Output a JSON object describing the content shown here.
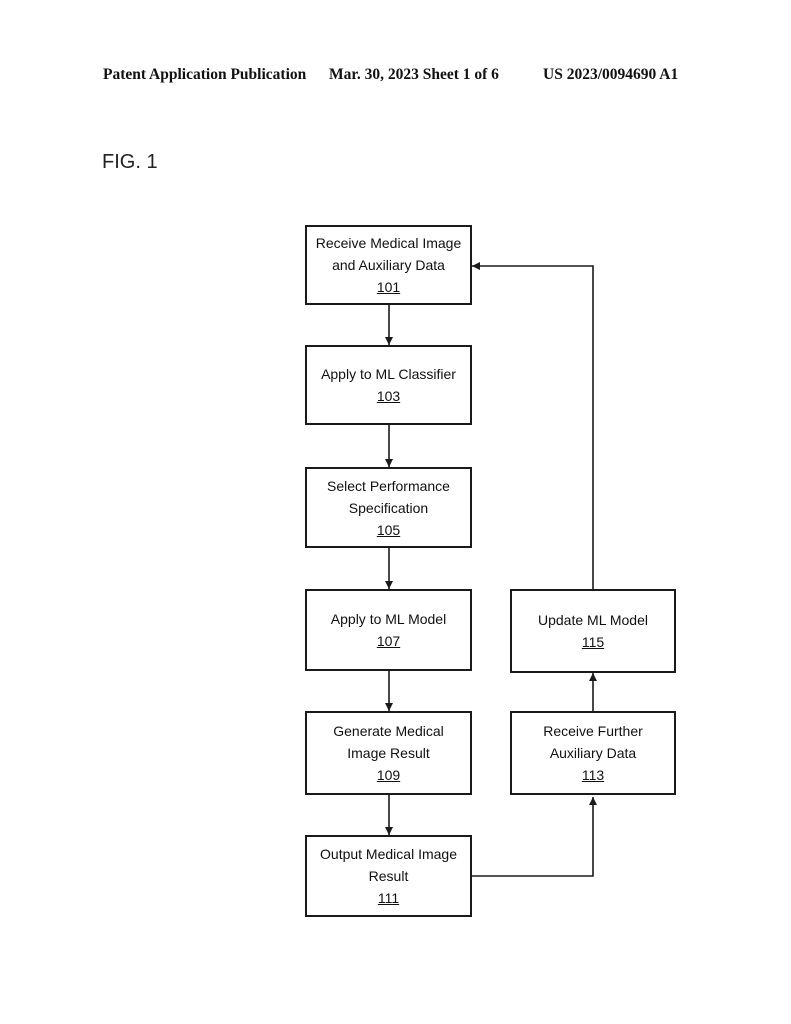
{
  "header": {
    "publication": "Patent Application Publication",
    "date_sheet": "Mar. 30, 2023  Sheet 1 of 6",
    "number": "US 2023/0094690 A1"
  },
  "figure": {
    "label": "FIG. 1"
  },
  "boxes": {
    "b101": {
      "line1": "Receive Medical Image",
      "line2": "and Auxiliary Data",
      "ref": "101"
    },
    "b103": {
      "line1": "Apply to ML Classifier",
      "ref": "103"
    },
    "b105": {
      "line1": "Select Performance",
      "line2": "Specification",
      "ref": "105"
    },
    "b107": {
      "line1": "Apply to ML Model",
      "ref": "107"
    },
    "b109": {
      "line1": "Generate Medical",
      "line2": "Image Result",
      "ref": "109"
    },
    "b111": {
      "line1": "Output Medical Image",
      "line2": "Result",
      "ref": "111"
    },
    "b113": {
      "line1": "Receive Further",
      "line2": "Auxiliary Data",
      "ref": "113"
    },
    "b115": {
      "line1": "Update ML Model",
      "ref": "115"
    }
  }
}
